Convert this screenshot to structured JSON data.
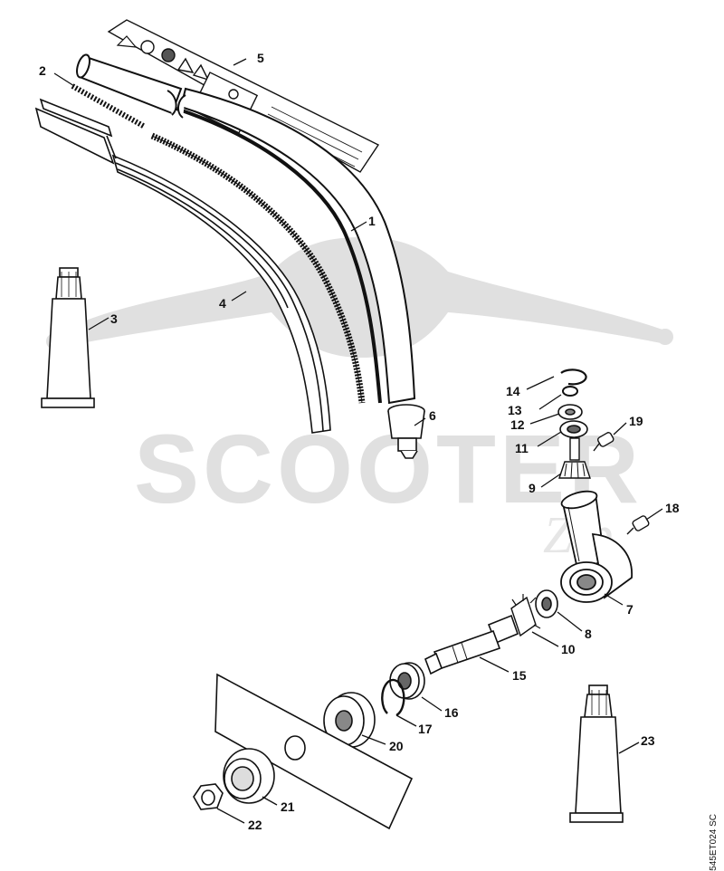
{
  "watermark": {
    "text": "SCOOTER",
    "script": "Zip",
    "color": "#e0e0e0"
  },
  "document_code": "545ET024 SC",
  "callouts": {
    "c1": "1",
    "c2": "2",
    "c3": "3",
    "c4": "4",
    "c5": "5",
    "c6": "6",
    "c7": "7",
    "c8": "8",
    "c9": "9",
    "c10": "10",
    "c11": "11",
    "c12": "12",
    "c13": "13",
    "c14": "14",
    "c15": "15",
    "c16": "16",
    "c17": "17",
    "c18": "18",
    "c19": "19",
    "c20": "20",
    "c21": "21",
    "c22": "22",
    "c23": "23"
  },
  "colors": {
    "line": "#111111",
    "part_fill": "#ffffff",
    "shade": "#bdbdbd"
  }
}
